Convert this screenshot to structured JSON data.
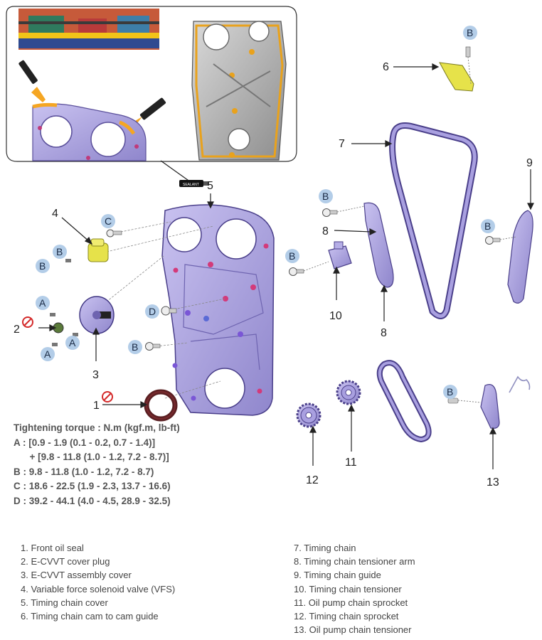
{
  "callouts": {
    "n1": "1",
    "n2": "2",
    "n3": "3",
    "n4": "4",
    "n5": "5",
    "n6": "6",
    "n7": "7",
    "n8a": "8",
    "n8b": "8",
    "n9": "9",
    "n10": "10",
    "n11": "11",
    "n12": "12",
    "n13": "13"
  },
  "bolt_labels": {
    "a": "A",
    "b": "B",
    "c": "C",
    "d": "D"
  },
  "sealant_label": "SEALANT",
  "torque": {
    "title": "Tightening torque : N.m (kgf.m, lb-ft)",
    "lines": [
      "A : [0.9 - 1.9 (0.1 - 0.2, 0.7 - 1.4)]",
      "      + [9.8 - 11.8 (1.0 - 1.2, 7.2 - 8.7)]",
      "B : 9.8 - 11.8 (1.0 - 1.2, 7.2 - 8.7)",
      "C : 18.6 - 22.5 (1.9 - 2.3, 13.7 - 16.6)",
      "D : 39.2 - 44.1 (4.0 - 4.5, 28.9 - 32.5)"
    ]
  },
  "legend_left": [
    "1. Front oil seal",
    "2. E-CVVT cover plug",
    "3. E-CVVT assembly cover",
    "4. Variable force solenoid valve (VFS)",
    "5. Timing chain cover",
    "6. Timing chain cam to cam guide"
  ],
  "legend_right": [
    "7. Timing chain",
    "8. Timing chain tensioner arm",
    "9. Timing chain guide",
    "10. Timing chain tensioner",
    "11. Oil pump chain sprocket",
    "12. Timing chain sprocket",
    "13. Oil pump chain tensioner"
  ],
  "colors": {
    "part_fill": "#a9a0e0",
    "part_stroke": "#4a3f8a",
    "bolt_badge": "#b3cde8",
    "accent_yellow": "#e8e14a",
    "no_reuse_red": "#d42a2a",
    "sealant_orange": "#f5a623"
  }
}
